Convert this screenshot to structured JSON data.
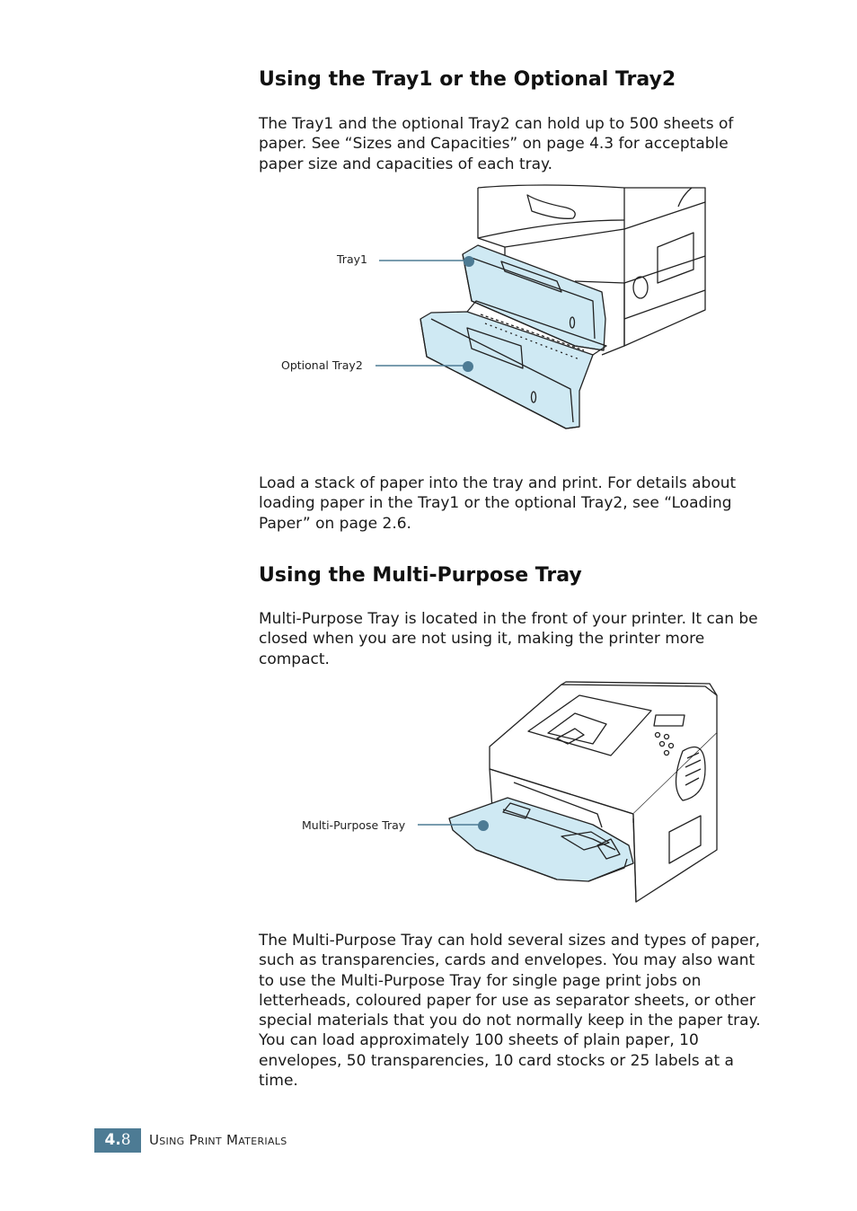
{
  "sections": [
    {
      "heading": "Using the Tray1 or the Optional Tray2",
      "paragraph": "The Tray1 and the optional Tray2 can hold up to 500 sheets of paper. See “Sizes and Capacities” on page 4.3 for acceptable paper size and capacities of each tray."
    },
    {
      "heading": "Using the Multi-Purpose Tray",
      "paragraph": "Multi-Purpose Tray is located in the front of your printer. It can be closed when you are not using it, making the printer more compact."
    }
  ],
  "figure1": {
    "callouts": [
      "Tray1",
      "Optional Tray2"
    ]
  },
  "para_after_fig1": "Load a stack of paper into the tray and print. For details about loading paper in the Tray1 or the optional Tray2, see “Loading Paper” on page 2.6.",
  "figure2": {
    "callouts": [
      "Multi-Purpose Tray"
    ]
  },
  "para_after_fig2": "The Multi-Purpose Tray can hold several sizes and types of paper, such as transparencies, cards and envelopes. You may also want to use the Multi-Purpose Tray for single page print jobs on letterheads, coloured paper for use as separator sheets, or other special materials that you do not normally keep in the paper tray. You can load approximately 100 sheets of plain paper, 10 envelopes, 50 transparencies, 10 card stocks or 25 labels at a time.",
  "footer": {
    "chapter": "4.",
    "page": "8",
    "title": "Using Print Materials"
  },
  "colors": {
    "tray_fill": "#cfe9f3",
    "callout_line": "#4d7b94",
    "footer_bg": "#4d7b94"
  }
}
